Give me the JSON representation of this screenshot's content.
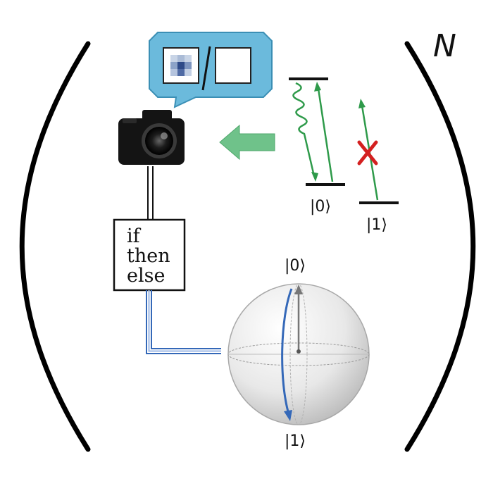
{
  "repetition_exponent": "N",
  "ket_zero": "|0⟩",
  "ket_one": "|1⟩",
  "bloch_top_label": "|0⟩",
  "bloch_bottom_label": "|1⟩",
  "logic_box": {
    "line1": "if",
    "line2": "then",
    "line3": "else"
  },
  "colors": {
    "green": "#2e9a4a",
    "arrow_fill": "#6fc28a",
    "bubble": "#6bbadc",
    "blue": "#3468b8",
    "red": "#d42020"
  },
  "icons": [
    "camera-icon",
    "speech-bubble-icon",
    "block-arrow-icon",
    "bloch-sphere-icon",
    "x-mark-icon"
  ]
}
